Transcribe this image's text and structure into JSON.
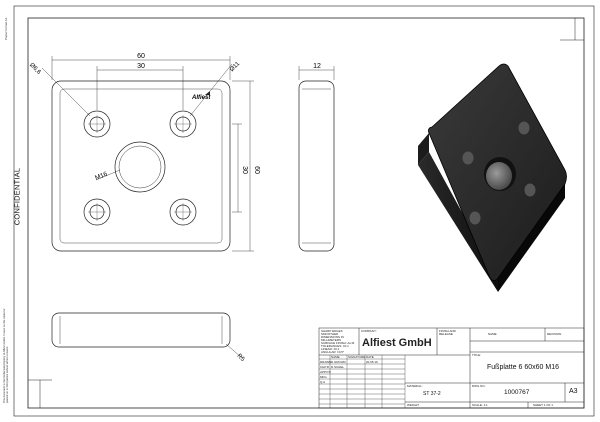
{
  "side": {
    "confidential": "CONFIDENTIAL",
    "page_format": "Papier format A3",
    "legal_note": "This document is the intellectual property of Alfiest GmbH. It must not be copied or passed on to third parties without written consent."
  },
  "dims": {
    "diam_left": "Ø6,6",
    "diam_right": "Ø11",
    "width_outer": "60",
    "width_inner": "30",
    "height_inner": "30",
    "height_outer": "60",
    "thread": "M16",
    "thickness": "12",
    "radius": "R5",
    "logo": "Alfiest"
  },
  "title_block": {
    "general_notes": [
      "SHARP EDGES SMOOTHED",
      "DIMENSIONS IN MILLIMETERS",
      "SURFACE FINISH: As M.",
      "TOLERANCES: ±0,1",
      "LINEAR: ±0,1",
      "ANGULAR: ±0,5°"
    ],
    "company_label": "COMPANY:",
    "company_name": "Alfiest GmbH",
    "finish_label": "FINISH AND RELEASE",
    "name_label": "NAME",
    "revision_label": "REVISION",
    "role_rows": [
      "DRAWN",
      "CHK'D",
      "APPV'D",
      "MFG",
      "Q.A"
    ],
    "col_headers": [
      "NAME",
      "SIGNATURE",
      "DATE"
    ],
    "drawn_by": "D.GROHM",
    "checked_by": "D.SCHEL",
    "date": "20.05.19",
    "title_label": "TITLE:",
    "title": "Fußplatte 6 60x60 M16",
    "material_label": "MATERIAL:",
    "material": "ST 37-2",
    "dwg_label": "DWG NO.",
    "dwg_no": "1000767",
    "size": "A3",
    "weight_label": "WEIGHT:",
    "scale_label": "SCALE: 1:1",
    "sheet_label": "SHEET 1 OF 1"
  }
}
